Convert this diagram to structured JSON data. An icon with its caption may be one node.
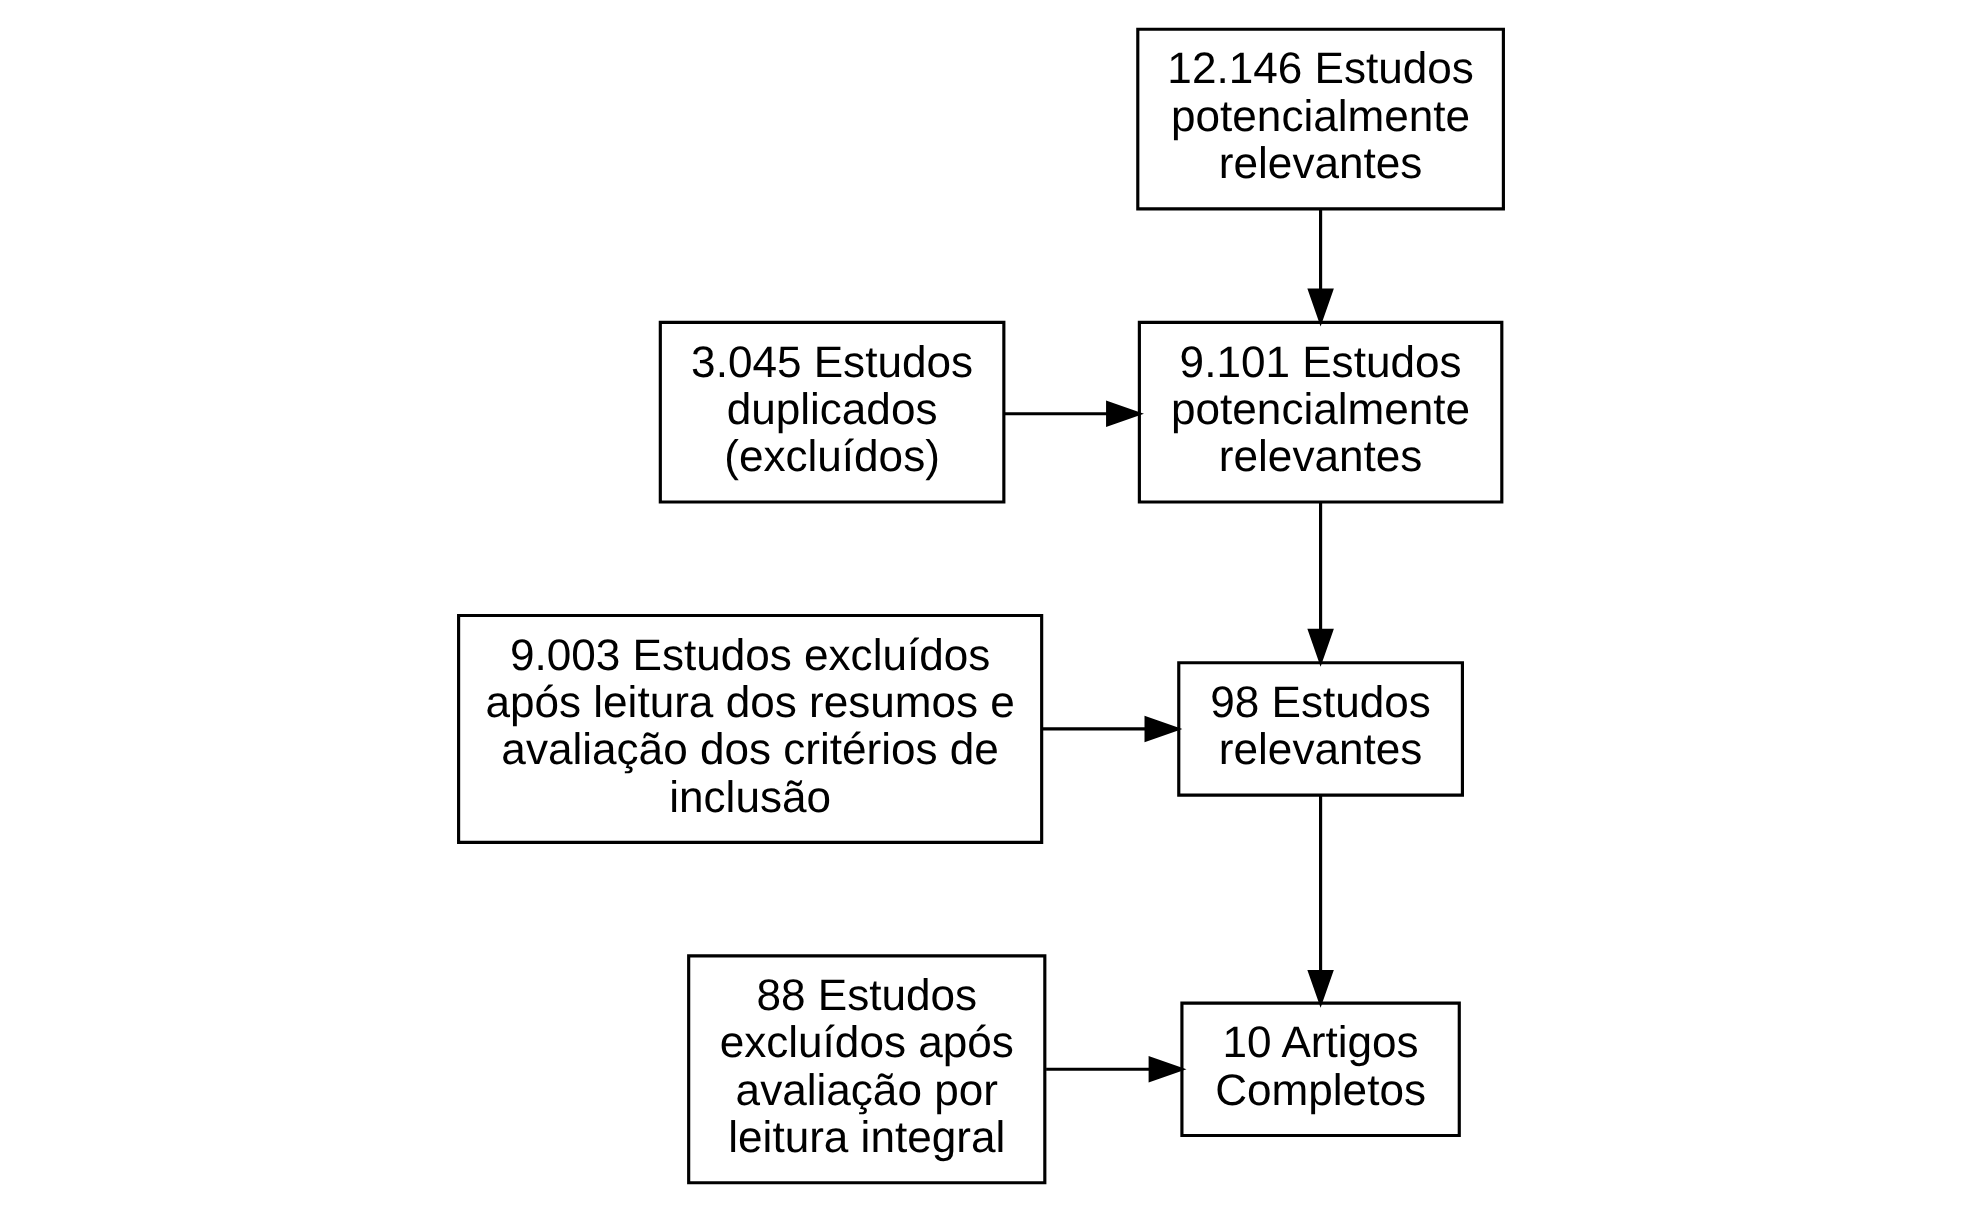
{
  "diagram": {
    "nodes": [
      {
        "text": [
          "12.146 Estudos potencialmente relevantes"
        ]
      },
      {
        "text": [
          "3.045 Estudos duplicados (excluídos)"
        ]
      },
      {
        "text": [
          "9.101 Estudos potencialmente relevantes"
        ]
      },
      {
        "text": [
          "9.003 Estudos excluídos após leitura dos resumos e avaliação dos critérios de inclusão"
        ]
      },
      {
        "text": [
          "98 Estudos relevantes"
        ]
      },
      {
        "text": [
          "88 Estudos excluídos após avaliação por leitura integral"
        ]
      },
      {
        "text": [
          "10 Artigos Completos"
        ]
      }
    ],
    "edges": [
      {
        "from": 0,
        "to": 2,
        "arrow": "to"
      },
      {
        "from": 1,
        "to": 2,
        "arrow": "to"
      },
      {
        "from": 2,
        "to": 4,
        "arrow": "to"
      },
      {
        "from": 3,
        "to": 4,
        "arrow": "to"
      },
      {
        "from": 4,
        "to": 6,
        "arrow": "to"
      },
      {
        "from": 5,
        "to": 6,
        "arrow": "to"
      }
    ]
  }
}
